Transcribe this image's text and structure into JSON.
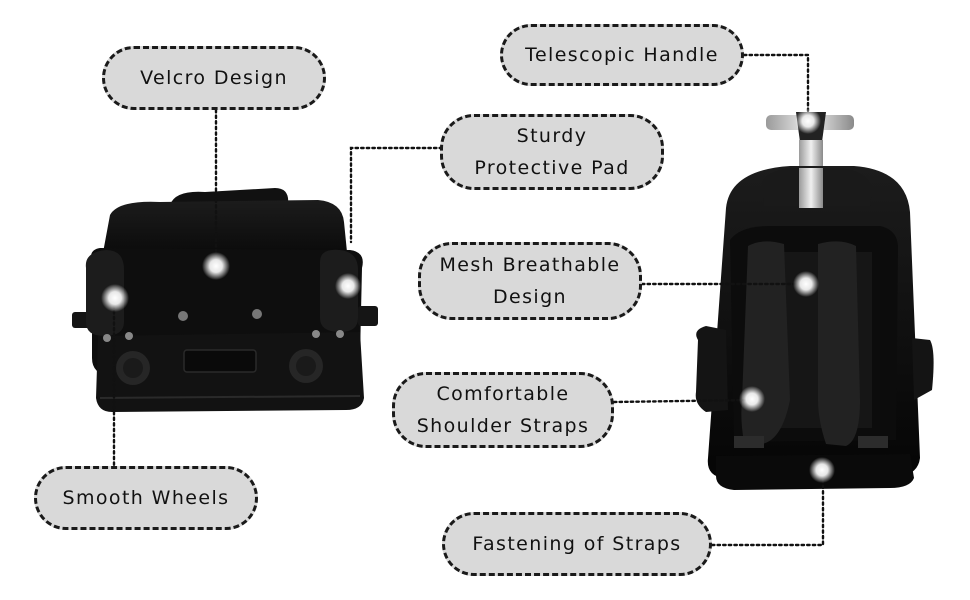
{
  "callouts": {
    "velcro": {
      "label": "Velcro Design"
    },
    "sturdy": {
      "line1": "Sturdy",
      "line2": "Protective Pad"
    },
    "smooth": {
      "label": "Smooth Wheels"
    },
    "telescopic": {
      "label": "Telescopic Handle"
    },
    "mesh": {
      "line1": "Mesh Breathable",
      "line2": "Design"
    },
    "shoulder": {
      "line1": "Comfortable",
      "line2": "Shoulder Straps"
    },
    "fastening": {
      "label": "Fastening of Straps"
    }
  },
  "colors": {
    "pill_fill": "#d9d9d9",
    "pill_border": "#1a1a1a",
    "bag_body": "#0d0d0d",
    "handle_metal": "#c8c8c8",
    "leader_line": "#111111"
  }
}
